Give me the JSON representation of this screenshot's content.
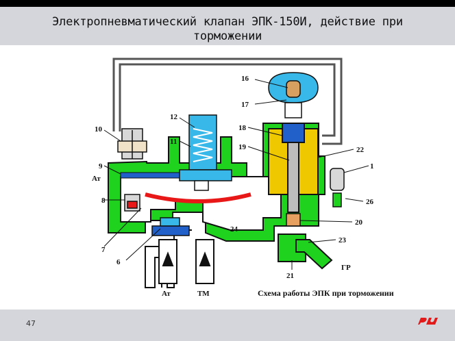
{
  "slide": {
    "title": "Электропневматический клапан ЭПК-150И, действие при торможении",
    "page_number": "47",
    "logo_text": "РЖД"
  },
  "diagram": {
    "caption": "Схема работы ЭПК при торможении",
    "port_labels": {
      "at_left": "Ат",
      "at_bottom": "Ат",
      "tm": "ТМ",
      "gr": "ГР"
    },
    "part_numbers": [
      "1",
      "6",
      "7",
      "8",
      "9",
      "10",
      "11",
      "12",
      "16",
      "17",
      "18",
      "19",
      "20",
      "21",
      "22",
      "23",
      "24",
      "26"
    ],
    "colors": {
      "body": "#1ed21e",
      "outline": "#111111",
      "pipe": "#666666",
      "solenoid": "#f0c800",
      "diaphragm": "#e81818",
      "valve_blue": "#2060c8",
      "cap_cyan": "#38b8e8"
    }
  }
}
